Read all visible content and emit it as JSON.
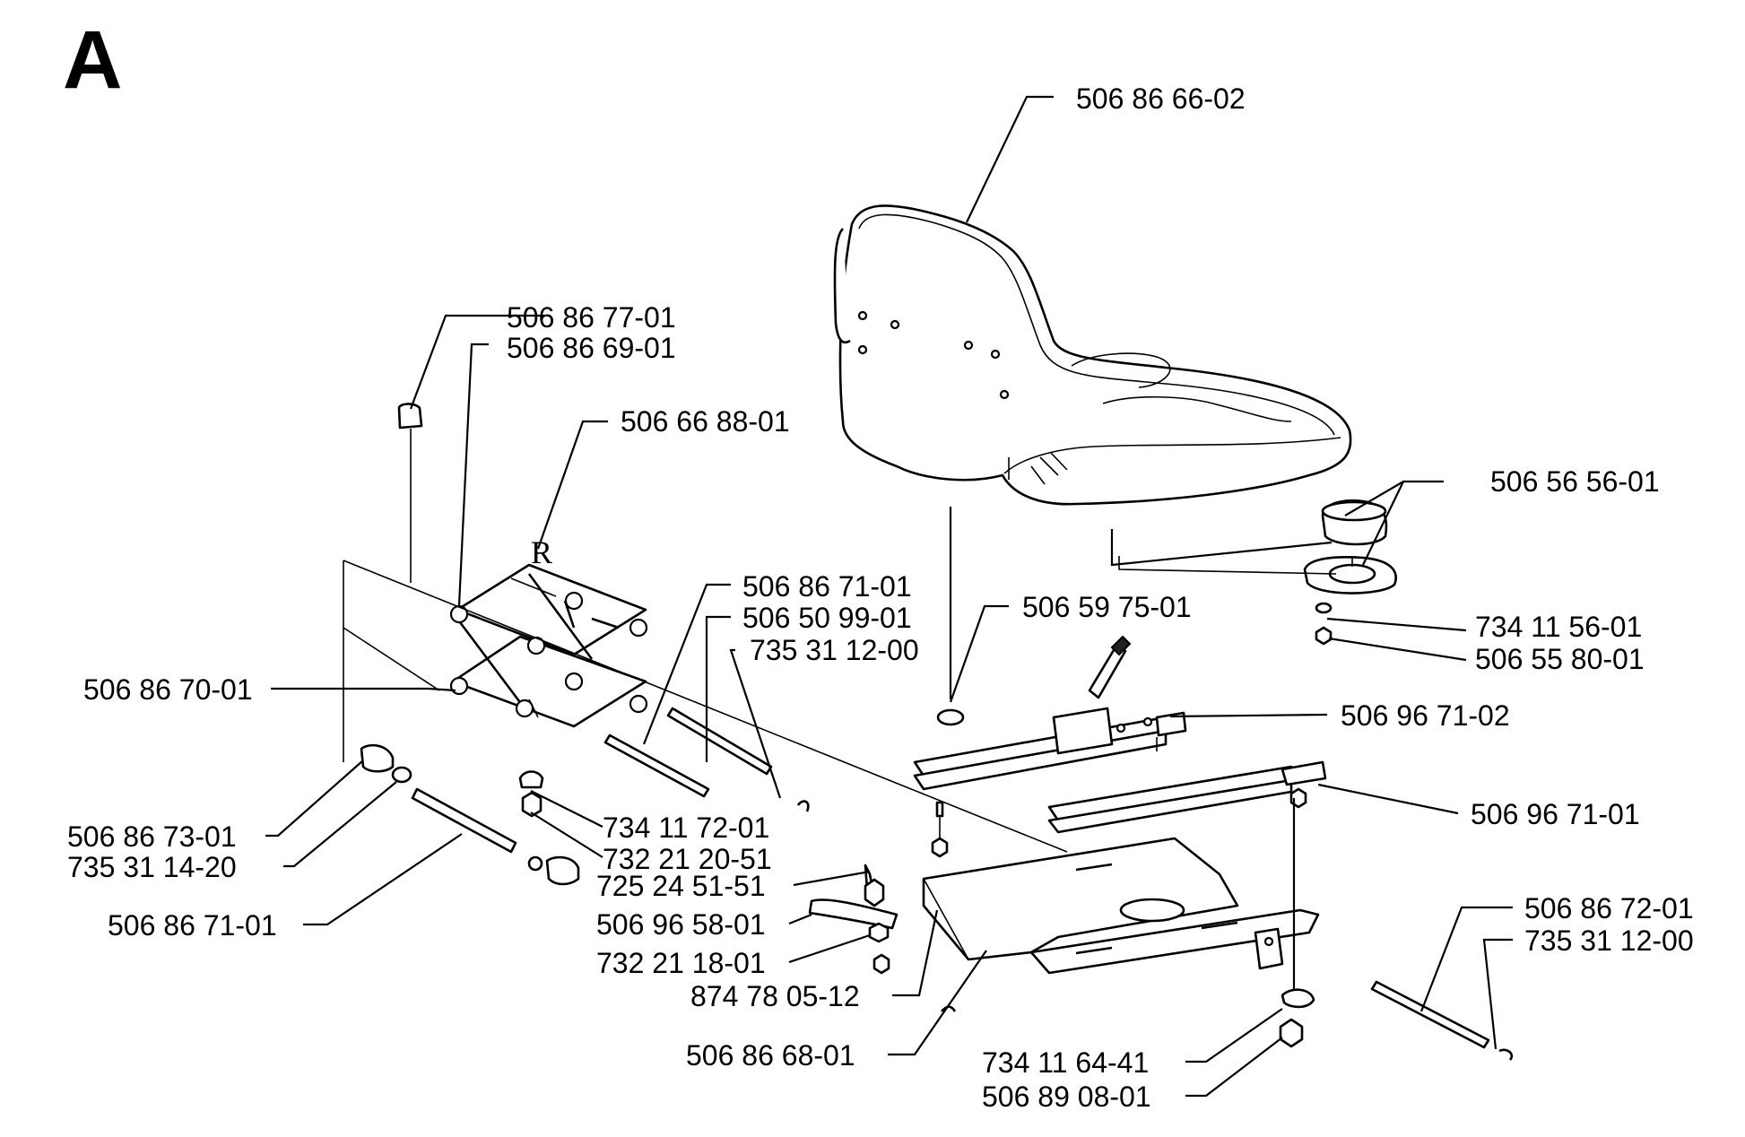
{
  "diagram": {
    "section_letter": "A",
    "labels": {
      "seat": "506 86 66-02",
      "bolt_top": "506 86 77-01",
      "bracket_arm": "506 86 69-01",
      "r_clip": "506 66 88-01",
      "frame_assembly": "506 86 70-01",
      "shaft_upper_a": "506 86 71-01",
      "pin_upper": "506 50 99-01",
      "clip_upper": "735 31 12-00",
      "rubber_mount_top": "506 59 75-01",
      "buffer": "506 56 56-01",
      "washer_buffer": "734 11 56-01",
      "nut_buffer": "506 55 80-01",
      "slide_rail_lever": "506 96 71-02",
      "slide_rail_plain": "506 96 71-01",
      "spacer": "506 86 73-01",
      "ring": "735 31 14-20",
      "shaft_lower": "506 86 71-01",
      "washer_mid": "734 11 72-01",
      "nut_mid": "732 21 20-51",
      "bolt_hinge": "725 24 51-51",
      "hinge_plate": "506 96 58-01",
      "nut_hinge": "732 21 18-01",
      "bolt_rail": "874 78 05-12",
      "base_plate": "506 86 68-01",
      "shaft_right": "506 86 72-01",
      "clip_right": "735 31 12-00",
      "washer_bottom": "734 11 64-41",
      "nut_bottom": "506 89 08-01"
    }
  }
}
